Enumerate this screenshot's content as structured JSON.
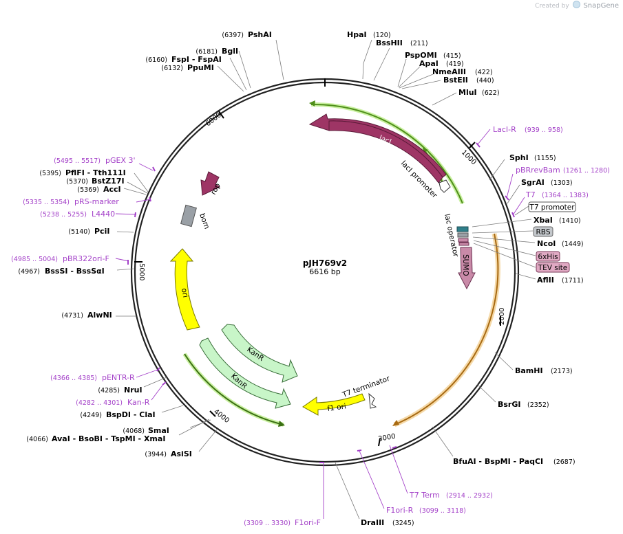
{
  "watermark": {
    "prefix": "Created by",
    "brand": "SnapGene"
  },
  "plasmid": {
    "name": "pJH769v2",
    "length_label": "6616 bp",
    "length": 6616
  },
  "ticks": [
    {
      "pos": 0,
      "label": ""
    },
    {
      "pos": 1000,
      "label": "1000"
    },
    {
      "pos": 2000,
      "label": "2000"
    },
    {
      "pos": 3000,
      "label": "3000"
    },
    {
      "pos": 4000,
      "label": "4000"
    },
    {
      "pos": 5000,
      "label": "5000"
    },
    {
      "pos": 6000,
      "label": "6000"
    }
  ],
  "sites": [
    {
      "name": "PshAI",
      "pos": "(6397)"
    },
    {
      "name": "HpaI",
      "pos": "(120)"
    },
    {
      "name": "BssHII",
      "pos": "(211)"
    },
    {
      "name": "PspOMI",
      "pos": "(415)"
    },
    {
      "name": "ApaI",
      "pos": "(419)"
    },
    {
      "name": "NmeAIII",
      "pos": "(422)"
    },
    {
      "name": "BstEII",
      "pos": "(440)"
    },
    {
      "name": "MluI",
      "pos": "(622)"
    },
    {
      "name": "SphI",
      "pos": "(1155)"
    },
    {
      "name": "SgrAI",
      "pos": "(1303)"
    },
    {
      "name": "XbaI",
      "pos": "(1410)"
    },
    {
      "name": "NcoI",
      "pos": "(1449)"
    },
    {
      "name": "AflII",
      "pos": "(1711)"
    },
    {
      "name": "BamHI",
      "pos": "(2173)"
    },
    {
      "name": "BsrGI",
      "pos": "(2352)"
    },
    {
      "name": "BfuAI - BspMI - PaqCI",
      "pos": "(2687)"
    },
    {
      "name": "DraIII",
      "pos": "(3245)"
    },
    {
      "name": "AsiSI",
      "pos": "(3944)"
    },
    {
      "name": "AvaI - BsoBI - TspMI - XmaI",
      "pos": "(4066)"
    },
    {
      "name": "SmaI",
      "pos": "(4068)"
    },
    {
      "name": "BspDI - ClaI",
      "pos": "(4249)"
    },
    {
      "name": "NruI",
      "pos": "(4285)"
    },
    {
      "name": "AlwNI",
      "pos": "(4731)"
    },
    {
      "name": "BssSI - BssSαI",
      "pos": "(4967)"
    },
    {
      "name": "PciI",
      "pos": "(5140)"
    },
    {
      "name": "AccI",
      "pos": "(5369)"
    },
    {
      "name": "BstZ17I",
      "pos": "(5370)"
    },
    {
      "name": "PflFI - Tth111I",
      "pos": "(5395)"
    },
    {
      "name": "PpuMI",
      "pos": "(6132)"
    },
    {
      "name": "FspI - FspAI",
      "pos": "(6160)"
    },
    {
      "name": "BglI",
      "pos": "(6181)"
    }
  ],
  "primers": [
    {
      "name": "LacI-R",
      "range": "(939 .. 958)"
    },
    {
      "name": "pBRrevBam",
      "range": "(1261 .. 1280)"
    },
    {
      "name": "T7",
      "range": "(1364 .. 1383)"
    },
    {
      "name": "T7 Term",
      "range": "(2914 .. 2932)"
    },
    {
      "name": "F1ori-R",
      "range": "(3099 .. 3118)"
    },
    {
      "name": "F1ori-F",
      "range": "(3309 .. 3330)"
    },
    {
      "name": "Kan-R",
      "range": "(4282 .. 4301)"
    },
    {
      "name": "pENTR-R",
      "range": "(4366 .. 4385)"
    },
    {
      "name": "pBR322ori-F",
      "range": "(4985 .. 5004)"
    },
    {
      "name": "L4440",
      "range": "(5238 .. 5255)"
    },
    {
      "name": "pRS-marker",
      "range": "(5335 .. 5354)"
    },
    {
      "name": "pGEX 3'",
      "range": "(5495 .. 5517)"
    }
  ],
  "boxed_labels": [
    {
      "name": "T7 promoter",
      "style": "outline"
    },
    {
      "name": "RBS",
      "style": "gray"
    },
    {
      "name": "6xHis",
      "style": "pink"
    },
    {
      "name": "TEV site",
      "style": "pink"
    }
  ],
  "features": [
    {
      "name": "lacI",
      "color": "#9e3565"
    },
    {
      "name": "lacI promoter",
      "color": "#ffffff"
    },
    {
      "name": "lac operator",
      "color": "#2f7f8a"
    },
    {
      "name": "SUMO",
      "color": "#c98aa8"
    },
    {
      "name": "T7 terminator",
      "color": "#ffffff"
    },
    {
      "name": "f1 ori",
      "color": "#ffff00"
    },
    {
      "name": "KanR",
      "color": "#c8f5c8"
    },
    {
      "name": "KanR",
      "color": "#c8f5c8"
    },
    {
      "name": "ori",
      "color": "#ffff00"
    },
    {
      "name": "bom",
      "color": "#9aa0a6"
    },
    {
      "name": "rop",
      "color": "#9e3565"
    }
  ],
  "colors": {
    "site_text": "#000000",
    "primer": "#a340c8",
    "backbone": "#222222",
    "green_arc": "#5a9a1f",
    "orange_arc": "#c98a2a"
  }
}
